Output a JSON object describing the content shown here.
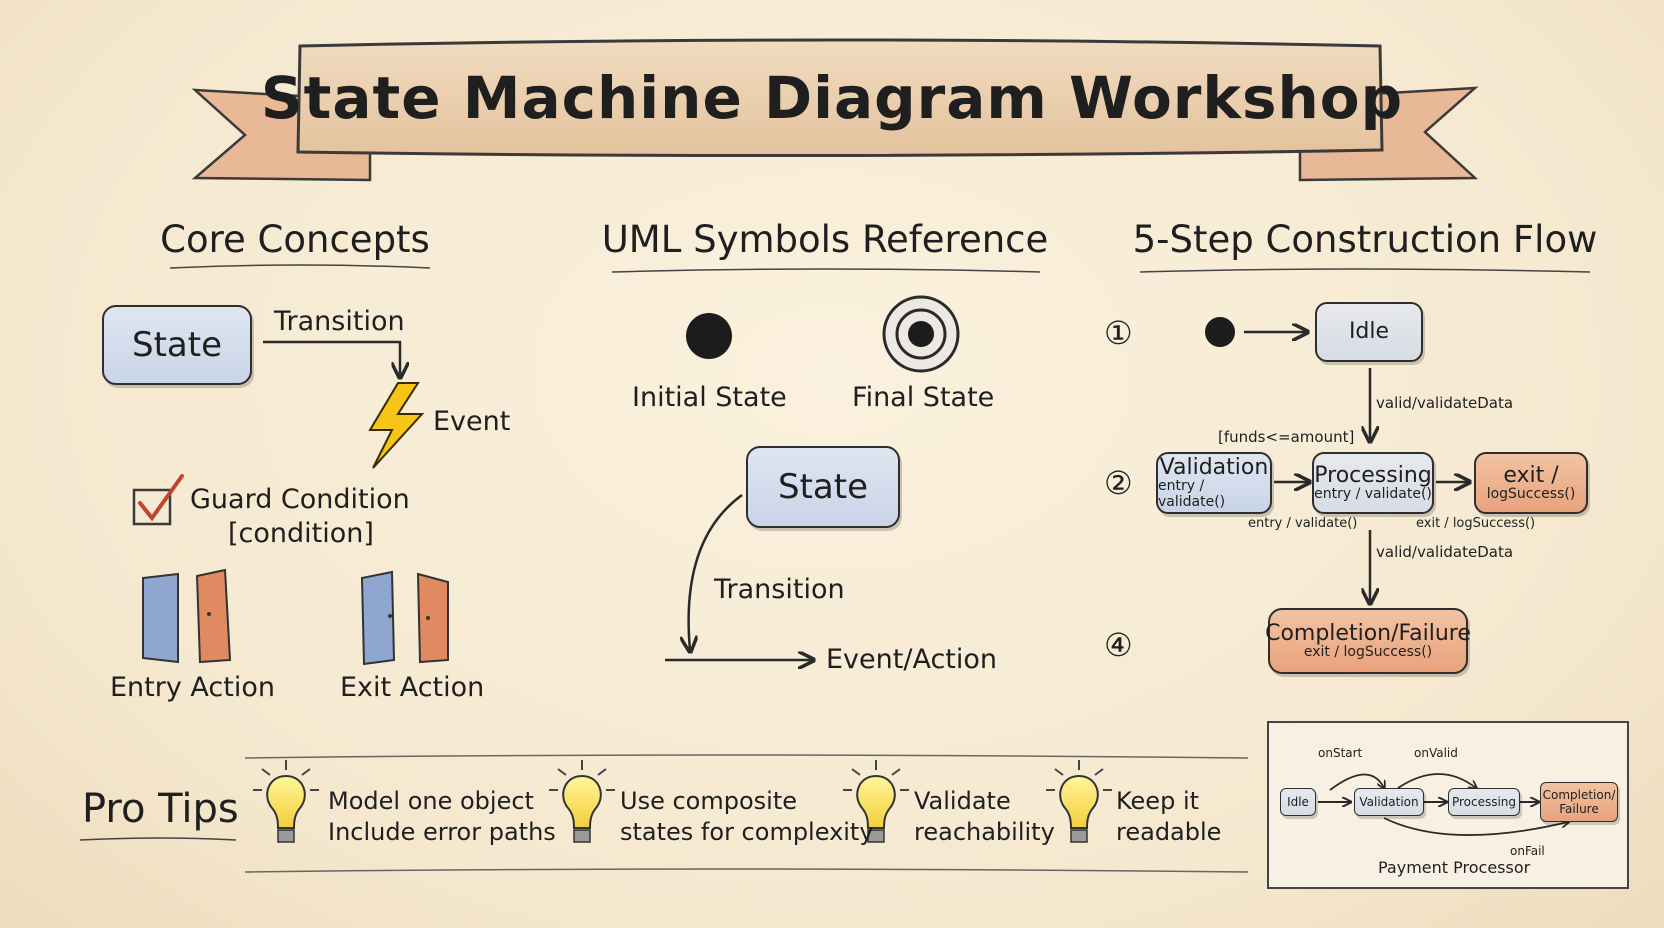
{
  "title": "State Machine Diagram Workshop",
  "sections": {
    "core": "Core Concepts",
    "uml": "UML Symbols Reference",
    "flow": "5-Step Construction Flow"
  },
  "core": {
    "state": "State",
    "transition": "Transition",
    "event": "Event",
    "guard_line1": "Guard Condition",
    "guard_line2": "[condition]",
    "entry_action": "Entry Action",
    "exit_action": "Exit Action"
  },
  "uml": {
    "initial_state": "Initial State",
    "final_state": "Final State",
    "state": "State",
    "transition": "Transition",
    "event_action": "Event/Action"
  },
  "flow": {
    "step1": "①",
    "step2": "②",
    "step4": "④",
    "idle": "Idle",
    "label_valid_top": "valid/validateData",
    "guard": "[funds<=amount]",
    "validation": "Validation",
    "validation_sub": "entry / validate()",
    "processing": "Processing",
    "processing_sub": "entry / validate()",
    "exit": "exit /",
    "exit_sub": "logSuccess()",
    "below_validation": "entry / validate()",
    "below_exit": "exit / logSuccess()",
    "label_valid_bottom": "valid/validateData",
    "completion": "Completion/Failure",
    "completion_sub": "exit / logSuccess()"
  },
  "pro_tips": {
    "heading": "Pro Tips",
    "tips": [
      {
        "line1": "Model one object",
        "line2": "Include error paths"
      },
      {
        "line1": "Use composite",
        "line2": "states for complexity"
      },
      {
        "line1": "Validate",
        "line2": "reachability"
      },
      {
        "line1": "Keep it",
        "line2": "readable"
      }
    ]
  },
  "example": {
    "on_start": "onStart",
    "on_valid": "onValid",
    "idle": "Idle",
    "validation": "Validation",
    "processing": "Processing",
    "completion_line1": "Completion/",
    "completion_line2": "Failure",
    "on_fail": "onFail",
    "caption": "Payment Processor"
  },
  "colors": {
    "paper": "#f7ecd6",
    "state_blue": "#c8d4e7",
    "state_orange": "#e8a27d",
    "ink": "#1f1f1f",
    "bolt_yellow": "#f5c518",
    "check_red": "#c0452f",
    "door_blue": "#8fa6cf",
    "door_orange": "#e08a61"
  },
  "icons": [
    "lightning-bolt-icon",
    "checkbox-check-icon",
    "door-icon",
    "lightbulb-icon",
    "initial-state-icon",
    "final-state-icon"
  ]
}
